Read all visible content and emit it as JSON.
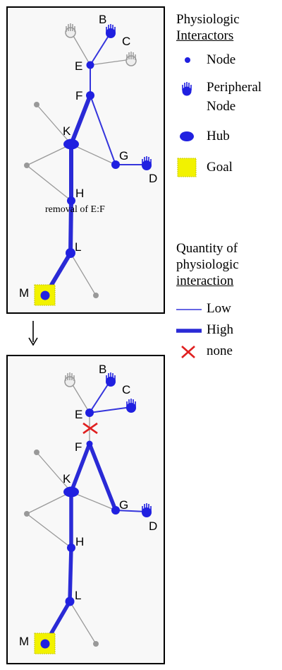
{
  "colors": {
    "node": "#2020e0",
    "edge_low": "#3a3adf",
    "edge_high": "#2a2ad6",
    "edge_none": "#999999",
    "goal": "#f2f200",
    "cross": "#e02020"
  },
  "diagram": {
    "node_labels": {
      "B": "B",
      "C": "C",
      "E": "E",
      "F": "F",
      "K": "K",
      "G": "G",
      "D": "D",
      "H": "H",
      "L": "L",
      "M": "M"
    },
    "top_panel": {
      "annotation": "removal of E:F",
      "edges": [
        {
          "from": "B",
          "to": "E",
          "quantity": "low"
        },
        {
          "from": "E",
          "to": "F",
          "quantity": "low"
        },
        {
          "from": "F",
          "to": "K",
          "quantity": "high"
        },
        {
          "from": "F",
          "to": "G",
          "quantity": "low"
        },
        {
          "from": "G",
          "to": "D",
          "quantity": "low"
        },
        {
          "from": "K",
          "to": "H",
          "quantity": "high"
        },
        {
          "from": "H",
          "to": "L",
          "quantity": "high"
        },
        {
          "from": "L",
          "to": "M",
          "quantity": "high"
        }
      ]
    },
    "bottom_panel": {
      "edges": [
        {
          "from": "B",
          "to": "E",
          "quantity": "low"
        },
        {
          "from": "E",
          "to": "C",
          "quantity": "low"
        },
        {
          "from": "E",
          "to": "F",
          "quantity": "none"
        },
        {
          "from": "F",
          "to": "K",
          "quantity": "high"
        },
        {
          "from": "F",
          "to": "G",
          "quantity": "high"
        },
        {
          "from": "G",
          "to": "D",
          "quantity": "low"
        },
        {
          "from": "K",
          "to": "H",
          "quantity": "high"
        },
        {
          "from": "H",
          "to": "L",
          "quantity": "high"
        },
        {
          "from": "L",
          "to": "M",
          "quantity": "high"
        }
      ]
    }
  },
  "legend": {
    "interactors_title_1": "Physiologic",
    "interactors_title_2": "Interactors",
    "node": "Node",
    "peripheral_1": "Peripheral",
    "peripheral_2": "Node",
    "hub": "Hub",
    "goal": "Goal",
    "quantity_title_1": "Quantity of",
    "quantity_title_2": "physiologic",
    "quantity_title_3": "interaction",
    "low": "Low",
    "high": "High",
    "none": "none"
  }
}
